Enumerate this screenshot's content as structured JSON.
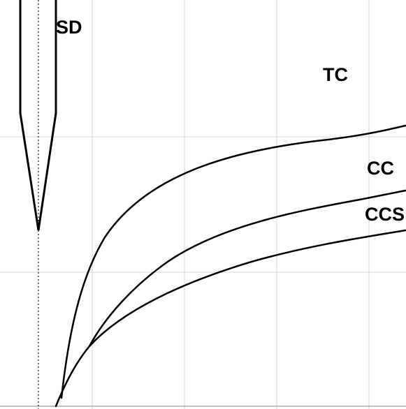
{
  "labels": {
    "sd": "SD",
    "tc": "TC",
    "cc": "CC",
    "ccs": "CCS"
  },
  "colors": {
    "background": "#ffffff",
    "grid": "#d6d6d6",
    "ink": "#000000"
  }
}
